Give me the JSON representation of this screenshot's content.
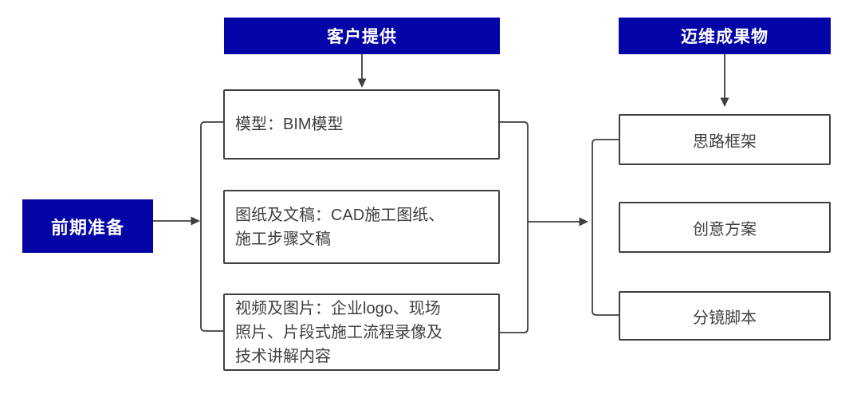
{
  "diagram": {
    "title_implied": "",
    "headers": {
      "customer": {
        "label": "客户提供"
      },
      "deliverable": {
        "label": "迈维成果物"
      },
      "preparation": {
        "label": "前期准备"
      }
    },
    "customer_items": [
      {
        "text": "模型：BIM模型"
      },
      {
        "text": "图纸及文稿：CAD施工图纸、\n施工步骤文稿"
      },
      {
        "text": "视频及图片：企业logo、现场\n照片、片段式施工流程录像及\n技术讲解内容"
      }
    ],
    "deliverable_items": [
      {
        "text": "思路框架"
      },
      {
        "text": "创意方案"
      },
      {
        "text": "分镜脚本"
      }
    ],
    "colors": {
      "accent_blue": "#0504A6",
      "connector_line": "#3F3F3F",
      "box_border": "#3F3F3F",
      "box_text": "#3F3F3F",
      "header_text": "#FFFFFF",
      "background": "#FFFFFF"
    }
  }
}
